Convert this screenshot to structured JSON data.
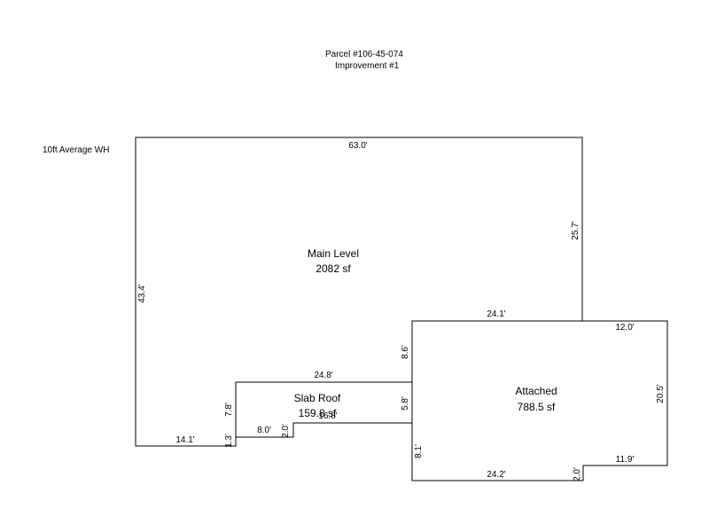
{
  "header": {
    "parcel": "Parcel #106-45-074",
    "improvement": "Improvement #1"
  },
  "notes": {
    "wall_height": "10ft Average WH"
  },
  "areas": {
    "main_level": {
      "name": "Main Level",
      "size": "2082 sf"
    },
    "slab_roof": {
      "name": "Slab Roof",
      "size": "159.8 sf"
    },
    "attached": {
      "name": "Attached",
      "size": "788.5 sf"
    }
  },
  "dimensions": {
    "main_top": "63.0'",
    "main_right": "25.7'",
    "main_left": "43.4'",
    "main_step_top": "24.1'",
    "main_bottom": "14.1'",
    "main_notch_left": "1.3'",
    "slab_left": "7.8'",
    "slab_top": "24.8'",
    "slab_bottom_left": "8.0'",
    "slab_notch": "2.0'",
    "slab_bottom_right": "16.8'",
    "att_left_upper": "8.6'",
    "att_left_mid": "5.8'",
    "att_left_lower": "8.1'",
    "att_top_right": "12.0'",
    "att_right": "20.5'",
    "att_bottom_right": "11.9'",
    "att_notch": "2.0'",
    "att_bottom": "24.2'"
  }
}
